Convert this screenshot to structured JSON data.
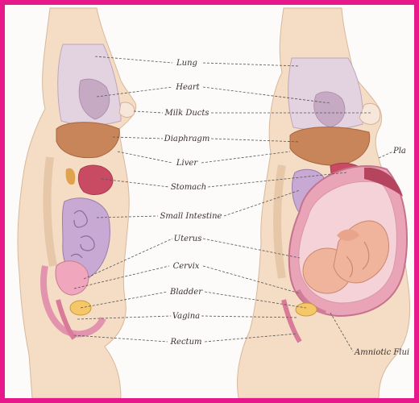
{
  "diagram": {
    "labels": {
      "lung": "Lung",
      "heart": "Heart",
      "milk_ducts": "Milk Ducts",
      "diaphragm": "Diaphragm",
      "liver": "Liver",
      "stomach": "Stomach",
      "small_intestine": "Small Intestine",
      "uterus": "Uterus",
      "cervix": "Cervix",
      "bladder": "Bladder",
      "vagina": "Vagina",
      "rectum": "Rectum",
      "placenta": "Pla",
      "amniotic_fluid": "Amniotic Flui"
    },
    "colors": {
      "frame": "#e6188c",
      "skin": "#f3dcc4",
      "lung": "#e3d2e0",
      "liver": "#c9855a",
      "tissue_pink": "#f0b4c0",
      "organ_purple": "#b99ac4",
      "uterus_wall": "#e9a4b8",
      "fetus": "#f0b39b",
      "bladder": "#f5c768"
    }
  }
}
